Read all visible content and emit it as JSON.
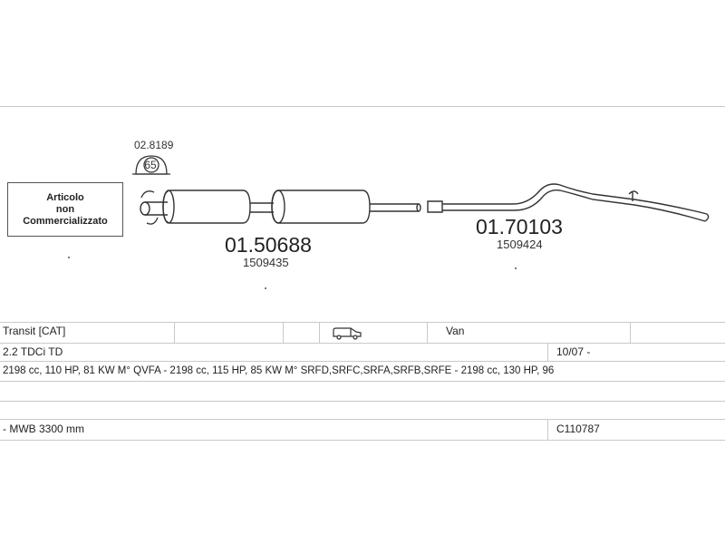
{
  "notice": {
    "line1": "Articolo",
    "line2": "non",
    "line3": "Commercializzato"
  },
  "parts": {
    "clamp": {
      "number": "02.8189",
      "size": "65"
    },
    "middle": {
      "number": "01.50688",
      "code": "1509435"
    },
    "rear": {
      "number": "01.70103",
      "code": "1509424"
    }
  },
  "info": {
    "model": "Transit   [CAT]",
    "body_type": "Van",
    "body_icon": "van-icon",
    "engine": "2.2 TDCi TD",
    "date": "10/07 -",
    "specs": "2198 cc, 110 HP, 81 KW M° QVFA - 2198 cc, 115 HP, 85 KW M° SRFD,SRFC,SRFA,SRFB,SRFE - 2198 cc, 130 HP, 96",
    "wheelbase": "- MWB 3300 mm",
    "code": "C110787"
  },
  "colors": {
    "line": "#333333",
    "grid": "#c9c9c9"
  }
}
